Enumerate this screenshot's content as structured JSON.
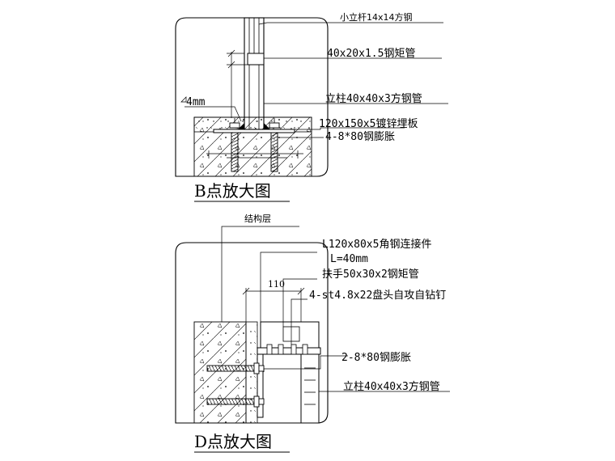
{
  "detail_b": {
    "title": "B点放大图",
    "labels": {
      "small_bar": "小立杆14x14方钢",
      "rect_tube": "40x20x1.5钢矩管",
      "weld": "4mm",
      "post": "立柱40x40x3方钢管",
      "plate": "120x150x5镀锌埋板",
      "anchor": "4-8*80钢膨胀"
    }
  },
  "detail_d": {
    "title": "D点放大图",
    "labels": {
      "structure": "结构层",
      "angle": "L120x80x5角钢连接件",
      "angle_len": "L=40mm",
      "handrail": "扶手50x30x2钢矩管",
      "screw": "4-st4.8x22盘头自攻自钻钉",
      "anchor": "2-8*80钢膨胀",
      "post": "立柱40x40x3方钢管"
    },
    "dimension": "110"
  }
}
